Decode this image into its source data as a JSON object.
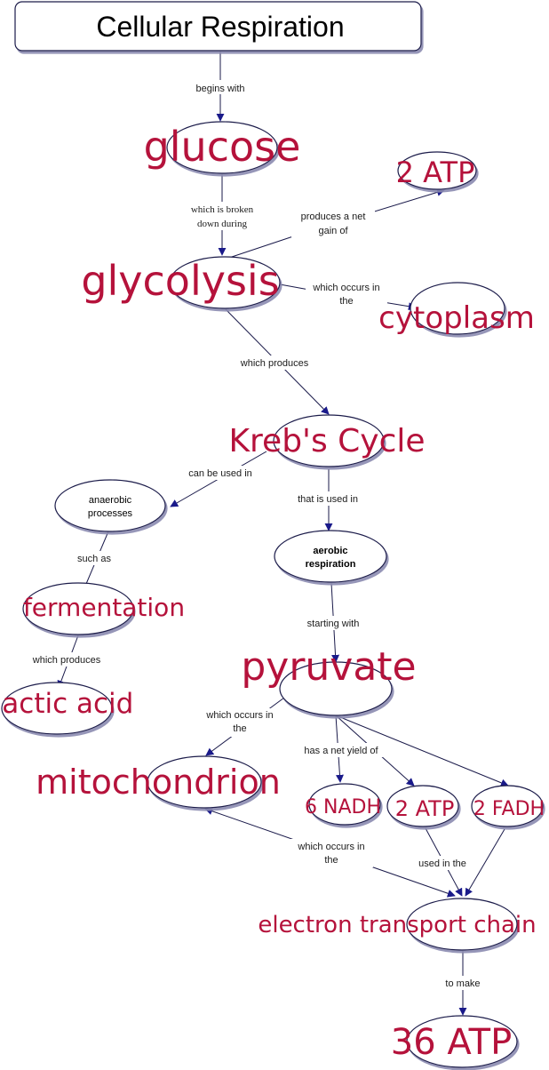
{
  "title": "Cellular Respiration",
  "concepts": {
    "glucose": "glucose",
    "atp_2_top": "2 ATP",
    "glycolysis": "glycolysis",
    "cytoplasm": "cytoplasm",
    "krebs": "Kreb's Cycle",
    "anaerobic_l1": "anaerobic",
    "anaerobic_l2": "processes",
    "aerobic_l1": "aerobic",
    "aerobic_l2": "respiration",
    "fermentation": "fermentation",
    "lactic": "lactic acid",
    "pyruvate": "pyruvate",
    "mitochondrion": "mitochondrion",
    "nadh": "6 NADH",
    "atp_2_mid": "2 ATP",
    "fadh": "2 FADH",
    "etc": "electron transport chain",
    "atp_36": "36 ATP"
  },
  "links": {
    "begins_with": "begins with",
    "broken_down_l1": "which is broken",
    "broken_down_l2": "down during",
    "net_gain_l1": "produces a net",
    "net_gain_l2": "gain of",
    "occurs_in_l1": "which occurs in",
    "occurs_in_l2": "the",
    "which_produces": "which produces",
    "can_be_used_in": "can be used in",
    "that_is_used_in": "that is used in",
    "such_as": "such as",
    "starting_with": "starting with",
    "which_produces_2": "which produces",
    "occurs_in_2_l1": "which occurs in",
    "occurs_in_2_l2": "the",
    "net_yield": "has a net yield of",
    "occurs_in_3_l1": "which occurs in",
    "occurs_in_3_l2": "the",
    "used_in_the": "used in the",
    "to_make": "to make"
  },
  "colors": {
    "concept_text": "#b5123b",
    "outline": "#1a1a4a",
    "arrow": "#1a1a8a"
  }
}
